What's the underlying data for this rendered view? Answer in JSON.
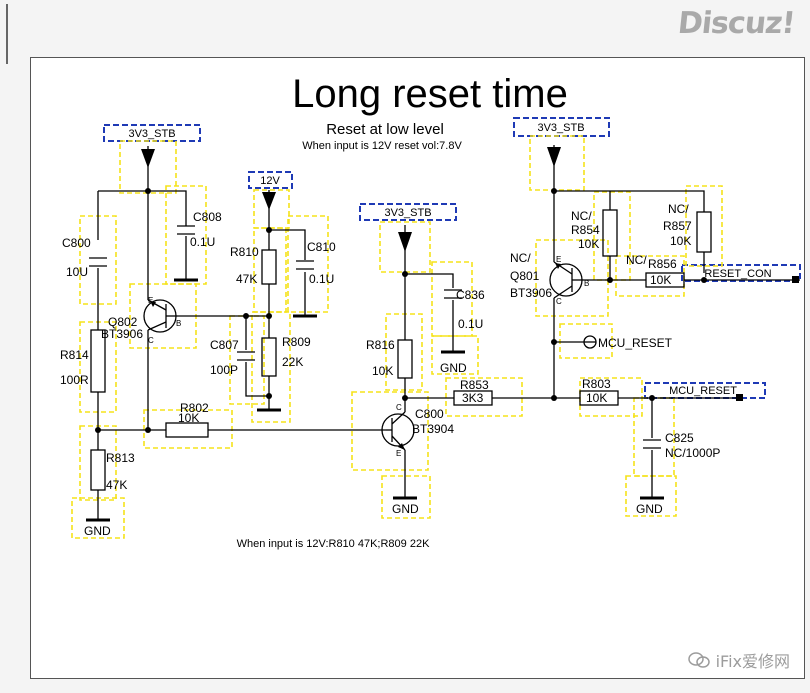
{
  "watermark": "Discuz!",
  "footer_brand": "iFix爱修网",
  "title": "Long reset time",
  "subtitle": "Reset at low level",
  "note_top": "When input is 12V reset vol:7.8V",
  "note_bottom": "When input is 12V:R810 47K;R809 22K",
  "nets": {
    "v33": "3V3_STB",
    "v12": "12V",
    "gnd": "GND",
    "reset_con": "RESET_CON",
    "mcu_reset": "MCU_RESET"
  },
  "parts": {
    "c808": "C808",
    "c808_v": "0.1U",
    "c800": "C800",
    "c800_v": "10U",
    "c810": "C810",
    "c810_v": "0.1U",
    "r810": "R810",
    "r810_v": "47K",
    "q802": "Q802",
    "q802_v": "BT3906",
    "r814": "R814",
    "r814_v": "100R",
    "c807": "C807",
    "c807_v": "100P",
    "r809": "R809",
    "r809_v": "22K",
    "r802": "R802",
    "r802_v": "10K",
    "r813": "R813",
    "r813_v": "47K",
    "r816": "R816",
    "r816_v": "10K",
    "c836": "C836",
    "c836_v": "0.1U",
    "r853": "R853",
    "r853_v": "3K3",
    "q800": "C800",
    "q800_v": "BT3904",
    "q801_nc": "NC/",
    "q801": "Q801",
    "q801_v": "BT3906",
    "r854": "NC/\nR854",
    "r854_nc": "NC/",
    "r854_n": "R854",
    "r854_v": "10K",
    "r857_nc": "NC/",
    "r857": "R857",
    "r857_v": "10K",
    "r856_nc": "NC/",
    "r856": "R856",
    "r856_v": "10K",
    "r803": "R803",
    "r803_v": "10K",
    "c825": "C825",
    "c825_v": "NC/1000P"
  },
  "pins": {
    "e": "E",
    "b": "B",
    "c": "C"
  }
}
